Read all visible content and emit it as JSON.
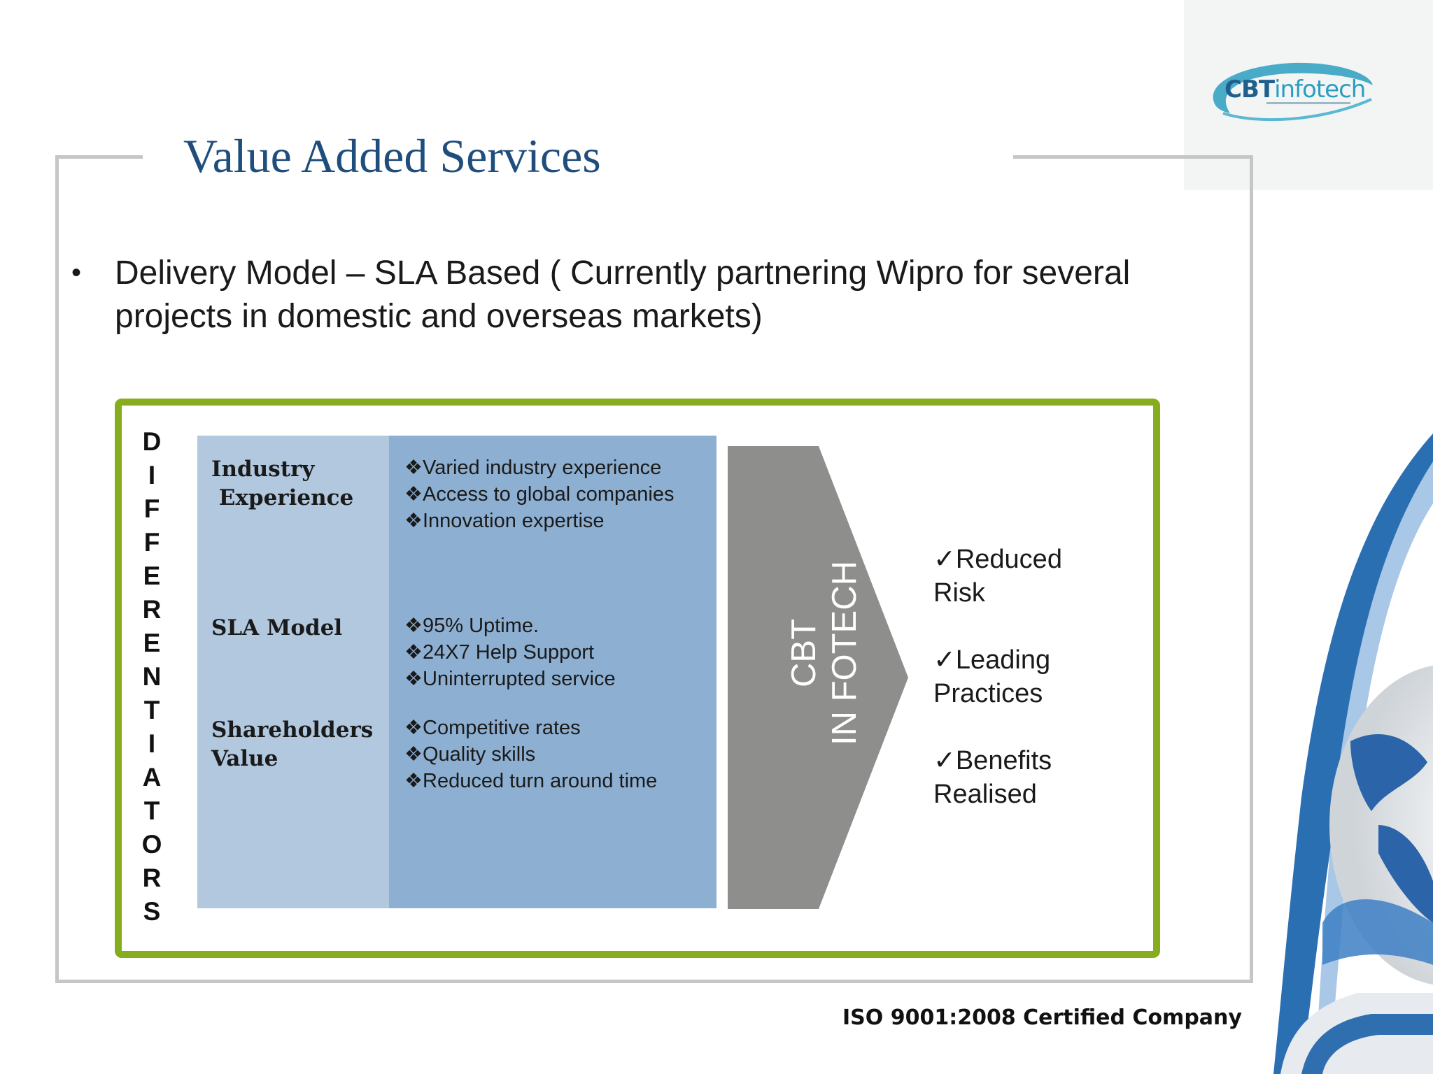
{
  "logo": {
    "part1": "CBT",
    "part2": "infotech"
  },
  "slide": {
    "title": "Value Added Services",
    "bullet": "Delivery Model – SLA Based ( Currently partnering Wipro for several projects in domestic and overseas markets)"
  },
  "diagram": {
    "vertical_letters": [
      "D",
      "I",
      "F",
      "F",
      "E",
      "R",
      "E",
      "N",
      "T",
      "I",
      "A",
      "T",
      "O",
      "R",
      "S"
    ],
    "rows": [
      {
        "label": "Industry\n Experience",
        "items": "❖Varied industry experience\n❖Access to global companies\n❖Innovation expertise"
      },
      {
        "label": "SLA Model",
        "items": "❖95% Uptime.\n❖24X7 Help Support\n❖Uninterrupted service"
      },
      {
        "label": "Shareholders\nValue",
        "items": "❖Competitive rates\n❖Quality skills\n❖Reduced turn around time"
      }
    ],
    "arrow_text": "CBT\nIN FOTECH",
    "benefits": [
      "✓Reduced Risk",
      "✓Leading Practices",
      "✓Benefits Realised"
    ]
  },
  "footer": {
    "iso": "ISO 9001:2008 Certified Company"
  },
  "colors": {
    "title": "#1f4e7c",
    "frame_green": "#86ad1e",
    "col_light": "#b1c8df",
    "col_dark": "#8dafd1",
    "arrow": "#8e8f8d"
  }
}
